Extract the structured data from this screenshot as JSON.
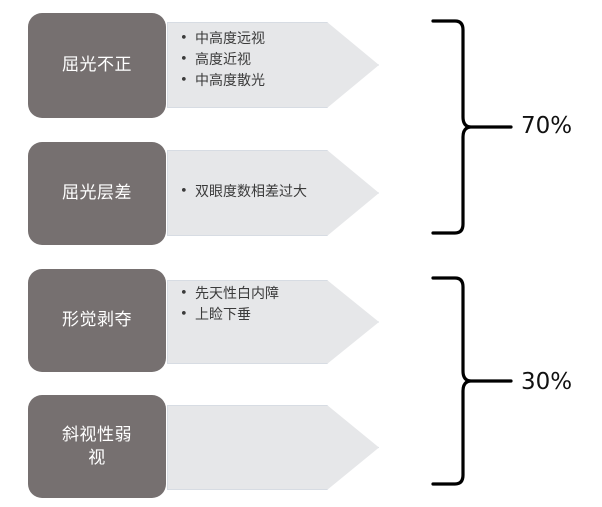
{
  "diagram": {
    "type": "amblyopia-cause-breakdown",
    "accent_box_color": "#767070",
    "arrow_fill_color": "#e6e7e9",
    "arrow_border_color": "#d7dce3",
    "brace_color": "#000000",
    "percent_text_color": "#111111",
    "rows": [
      {
        "id": "refractive-error",
        "label": "屈光不正",
        "bullets": [
          "中高度远视",
          "高度近视",
          "中高度散光"
        ]
      },
      {
        "id": "anisometropia",
        "label": "屈光层差",
        "bullets": [
          "双眼度数相差过大"
        ]
      },
      {
        "id": "form-deprivation",
        "label": "形觉剥夺",
        "bullets": [
          "先天性白内障",
          "上睑下垂"
        ]
      },
      {
        "id": "strabismic-amblyopia",
        "label": "斜视性弱视",
        "bullets": []
      }
    ],
    "groups": [
      {
        "id": "group-upper",
        "percent": "70%",
        "rows": [
          "refractive-error",
          "anisometropia"
        ]
      },
      {
        "id": "group-lower",
        "percent": "30%",
        "rows": [
          "form-deprivation",
          "strabismic-amblyopia"
        ]
      }
    ]
  }
}
